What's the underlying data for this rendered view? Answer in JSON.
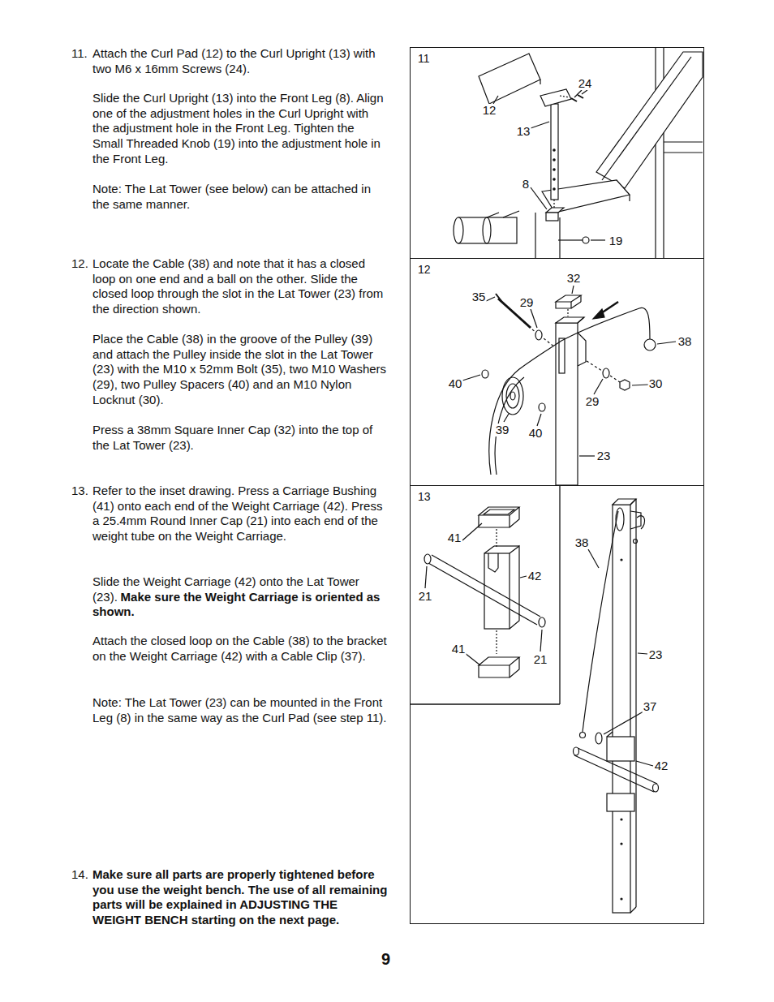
{
  "diagram": {
    "nodes": [
      {
        "text": [
          "11"
        ]
      },
      {
        "text": [
          "12"
        ]
      },
      {
        "text": [
          "13"
        ]
      }
    ],
    "labels": [
      "11.",
      "Attach the Curl Pad (12) to the Curl Upright (13) with two M6 x 16mm Screws (24).",
      "Slide the Curl Upright (13) into the Front Leg (8). Align one of the adjustment holes in the Curl Upright with the adjustment hole in the Front Leg. Tighten the Small Threaded Knob (19) into the adjustment hole in the Front Leg.",
      "Note: The Lat Tower (see below) can be attached in the same manner.",
      "12.",
      "Locate the Cable (38) and note that it has a closed loop on one end and a ball on the other. Slide the closed loop through the slot in the Lat Tower (23) from the direction shown.",
      "Place the Cable (38) in the groove of the Pulley (39) and attach the Pulley inside the slot in the Lat Tower (23) with the M10 x 52mm Bolt (35), two M10 Washers (29), two Pulley Spacers (40) and an M10 Nylon Locknut (30).",
      "Press a 38mm Square Inner Cap (32) into the top of the Lat Tower (23).",
      "13.",
      "Refer to the inset drawing. Press a Carriage Bushing (41) onto each end of the Weight Carriage (42). Press a 25.4mm Round Inner Cap (21) into each end of the weight tube on the Weight Carriage.",
      "Slide the Weight Carriage (42) onto the Lat Tower (23).",
      "Make sure the Weight Carriage is oriented as shown.",
      "Attach the closed loop on the Cable (38) to the bracket on the Weight Carriage (42) with a Cable Clip (37).",
      "Note: The Lat Tower (23) can be mounted in the Front Leg (8) in the same way as the Curl Pad (see step 11).",
      "14.",
      "Make sure all parts are properly tightened before you use the weight bench. The use of all remaining parts will be explained in ADJUSTING THE WEIGHT BENCH starting on the next page.",
      "9",
      "24",
      "12",
      "13",
      "8",
      "19",
      "32",
      "35",
      "29",
      "38",
      "40",
      "30",
      "29",
      "39",
      "40",
      "23",
      "41",
      "42",
      "21",
      "41",
      "21",
      "38",
      "23",
      "37",
      "42"
    ]
  }
}
